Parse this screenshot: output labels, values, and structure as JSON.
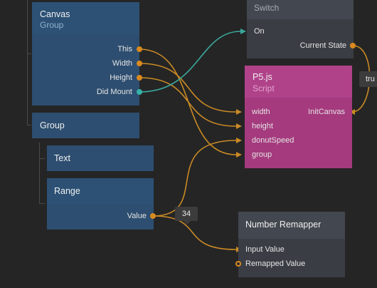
{
  "nodes": {
    "canvas": {
      "title": "Canvas",
      "subtitle": "Group",
      "ports": [
        "This",
        "Width",
        "Height",
        "Did Mount"
      ]
    },
    "group": {
      "title": "Group"
    },
    "text": {
      "title": "Text"
    },
    "range": {
      "title": "Range",
      "ports": [
        "Value"
      ]
    },
    "switch": {
      "subtitle": "Switch",
      "ports_in": [
        "On"
      ],
      "ports_out": [
        "Current State"
      ]
    },
    "p5js": {
      "title": "P5.js",
      "subtitle": "Script",
      "ports_in": [
        "width",
        "height",
        "donutSpeed",
        "group"
      ],
      "ports_out": [
        "InitCanvas"
      ]
    },
    "remapper": {
      "title": "Number Remapper",
      "ports_in": [
        "Input Value",
        "Remapped Value"
      ]
    }
  },
  "value_badge": "34",
  "clipped_chip": "tru",
  "colors": {
    "background": "#252525",
    "visual_node": "#2d4e70",
    "logic_node": "#3a3d44",
    "script_node": "#a53a7e",
    "wire_orange": "#c98a25",
    "wire_teal": "#3aa89d"
  }
}
